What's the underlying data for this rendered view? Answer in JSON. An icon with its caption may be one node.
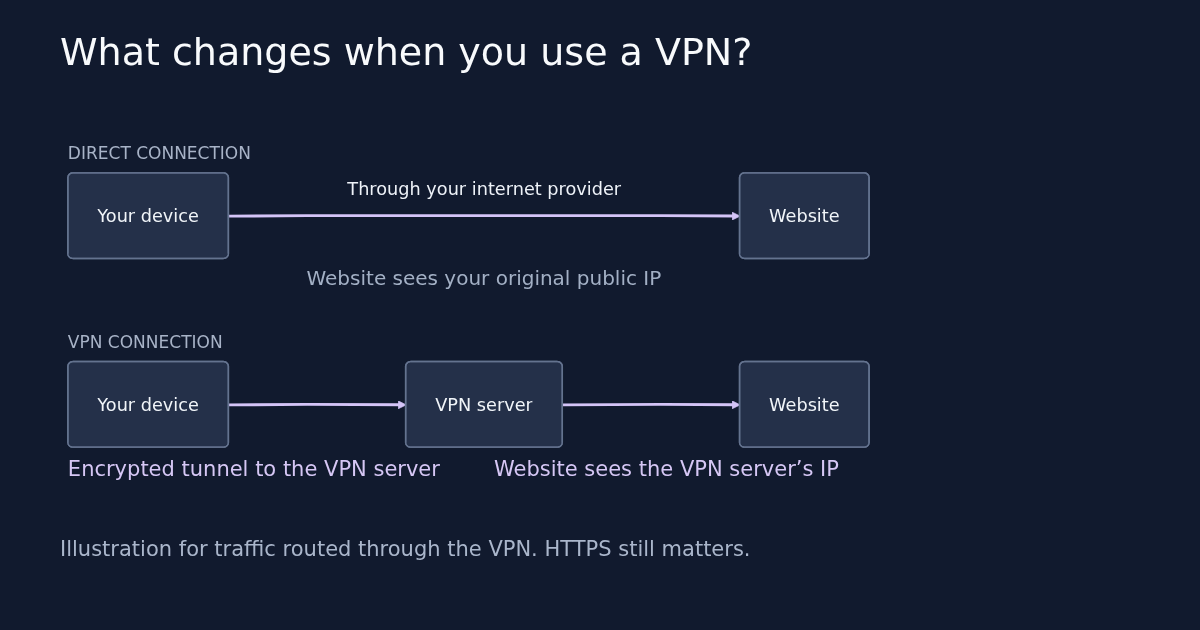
{
  "diagram": {
    "title": "What changes when you use a VPN?",
    "caption": "Illustration for traffic routed through the VPN. HTTPS still matters.",
    "nodes": [
      {
        "text": [
          "Your device"
        ]
      },
      {
        "text": [
          "Website"
        ]
      },
      {
        "text": [
          "Your device"
        ]
      },
      {
        "text": [
          "VPN server"
        ]
      },
      {
        "text": [
          "Website"
        ]
      }
    ],
    "edges": [
      {
        "from": 0,
        "to": 1,
        "arrow": "to",
        "label": "Through your internet provider"
      },
      {
        "from": 2,
        "to": 3,
        "arrow": "to"
      },
      {
        "from": 3,
        "to": 4,
        "arrow": "to"
      }
    ],
    "labels": [
      "DIRECT CONNECTION",
      "Website sees your original public IP",
      "VPN CONNECTION",
      "Encrypted tunnel to the VPN server",
      "Website sees the VPN server’s IP"
    ]
  }
}
